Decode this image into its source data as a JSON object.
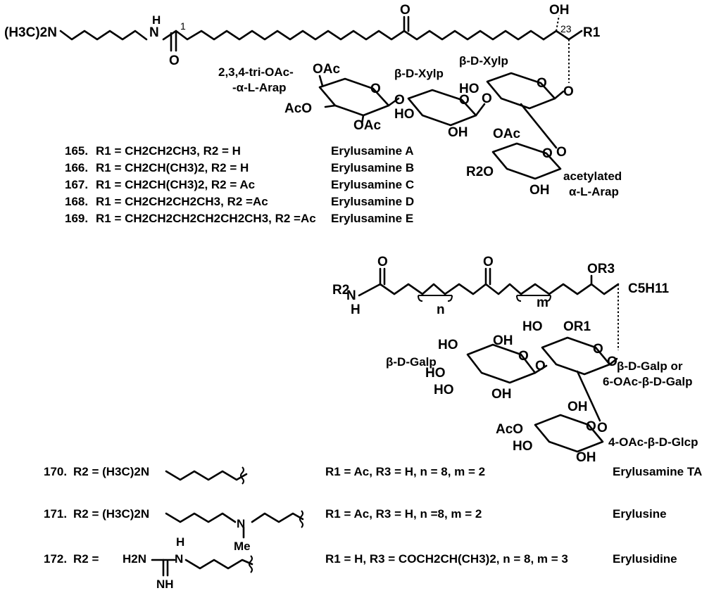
{
  "top": {
    "amine_N": "(H3C)2N",
    "amide_NH_H": "H",
    "amide_N": "N",
    "locant_1": "1",
    "amide_O": "O",
    "keto_O": "O",
    "OH": "OH",
    "locant_23": "23",
    "R1": "R1",
    "sugar1_name_a": "2,3,4-tri-OAc-",
    "sugar1_name_b": "-α-L-Arap",
    "sugar2_name": "β-D-Xylp",
    "sugar3_name": "β-D-Xylp",
    "sugar4_name_a": "acetylated",
    "sugar4_name_b": "α-L-Arap",
    "OAc_a": "OAc",
    "AcO": "AcO",
    "OAc_b": "OAc",
    "HO_a": "HO",
    "OH_a": "OH",
    "HO_b": "HO",
    "OAc_c": "OAc",
    "R2O": "R2O",
    "OH_b": "OH",
    "O_link1": "O",
    "O_link2": "O",
    "O_link3": "O",
    "O_link4": "O",
    "O_ring1": "O",
    "O_ring2": "O",
    "O_ring3": "O",
    "O_ring4": "O"
  },
  "compounds_top": [
    {
      "num": "165.",
      "formula": "R1 = CH2CH2CH3, R2 = H",
      "name": "Erylusamine A"
    },
    {
      "num": "166.",
      "formula": "R1 = CH2CH(CH3)2, R2 = H",
      "name": "Erylusamine B"
    },
    {
      "num": "167.",
      "formula": "R1 = CH2CH(CH3)2, R2 = Ac",
      "name": "Erylusamine C"
    },
    {
      "num": "168.",
      "formula": "R1 = CH2CH2CH2CH3, R2 =Ac",
      "name": "Erylusamine D"
    },
    {
      "num": "169.",
      "formula": "R1 = CH2CH2CH2CH2CH2CH3, R2 =Ac",
      "name": "Erylusamine E"
    }
  ],
  "bottom": {
    "R2": "R2",
    "N": "N",
    "H": "H",
    "amide_O": "O",
    "keto_O": "O",
    "n": "n",
    "m": "m",
    "OR3": "OR3",
    "C5H11": "C5H11",
    "galA_name": "β-D-Galp",
    "galB_name_a": "β-D-Galp or",
    "galB_name_b": "6-OAc-β-D-Galp",
    "glc_name": "4-OAc-β-D-Glcp",
    "HO_1": "HO",
    "OH_1": "OH",
    "HO_2": "HO",
    "HO_3": "HO",
    "OH_2": "OH",
    "HO_4": "HO",
    "OR1": "OR1",
    "OH_3": "OH",
    "AcO": "AcO",
    "HO_5": "HO",
    "OH_4": "OH",
    "O_link1": "O",
    "O_link2": "O",
    "O_link3": "O",
    "O_ring1": "O",
    "O_ring2": "O",
    "O_ring3": "O"
  },
  "compounds_bottom": [
    {
      "num": "170.",
      "r2": "R2 = (H3C)2N",
      "params": "R1 = Ac, R3 = H, n = 8, m = 2",
      "name": "Erylusamine TA"
    },
    {
      "num": "171.",
      "r2": "R2 = (H3C)2N",
      "me": "Me",
      "nlabel": "N",
      "params": "R1 = Ac, R3 = H, n =8, m = 2",
      "name": "Erylusine"
    },
    {
      "num": "172.",
      "r2": "R2 =",
      "h2n": "H2N",
      "nh": "H",
      "nlabel": "N",
      "nh2": "NH",
      "params": "R1 = H, R3 = COCH2CH(CH3)2, n = 8, m = 3",
      "name": "Erylusidine"
    }
  ]
}
